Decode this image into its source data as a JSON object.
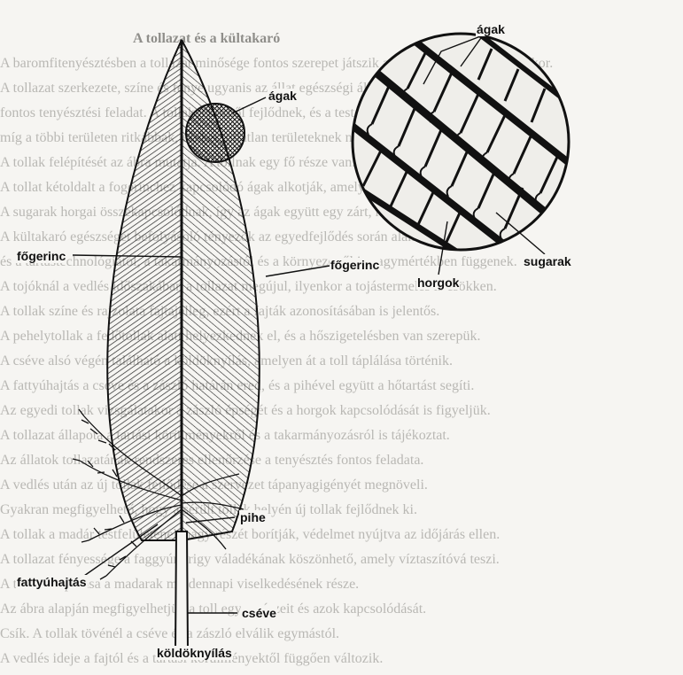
{
  "background_text": {
    "heading": "A tollazat és a kültakaró",
    "lines": [
      "A baromfitenyésztésben a tollazat minősége fontos szerepet játszik a tenyészállat kiválasztásakor.",
      "A tollazat szerkezete, színe és fénye ugyanis az állat egészségi állapotára is utal, ezért vizsgálata",
      "fontos tenyésztési feladat. A tollak a bőrből fejlődnek, és a test egyes részein a legsűrűbbek,",
      "míg a többi területen ritkábbak, ezeket tollatlan területeknek nevezzük.",
      "A tollak felépítését az ábra mutatja. A tollnak egy fő része van: a cséve és a zászló.",
      "A tollat kétoldalt a fogerinchez kapcsolódó ágak alkotják, amelyeken sugarak és horgok vannak.",
      "A sugarak horgai összekapcsolódnak, így az ágak együtt egy zárt, rugalmas lemezt képeznek.",
      "A kültakaró egészségét befolyásoló tényezők az egyedfejlődés során alakulnak ki,",
      "és a tartástechnológiától, a takarmányozástól és a környezettől is nagymértékben függenek.",
      "A tojóknál a vedlés időszakában a tollazat megújul, ilyenkor a tojástermelés is csökken.",
      "A tollak színe és rajzolata fajtajelleg, ezért a fajták azonosításában is jelentős.",
      "A pehelytollak a fedőtollak alatt helyezkednek el, és a hőszigetelésben van szerepük.",
      "A cséve alsó végén található a köldöknyílás, amelyen át a toll táplálása történik.",
      "A fattyúhajtás a cséve és a zászló határán ered, és a pihével együtt a hőtartást segíti.",
      "Az egyedi tollak vizsgálatakor a zászló épségét és a horgok kapcsolódását is figyeljük.",
      "A tollazat állapota a tartási körülményekről és a takarmányozásról is tájékoztat.",
      "Az állatok tollazatának rendszeres ellenőrzése a tenyésztés fontos feladata.",
      "A vedlés után az új tollak fejlődése a szervezet tápanyagigényét megnöveli.",
      "Gyakran megfigyelhető, hogy a sérült tollak helyén új tollak fejlődnek ki.",
      "A tollak a madár testfelületének nagy részét borítják, védelmet nyújtva az időjárás ellen.",
      "A tollazat fényessége a faggyúmirigy váladékának köszönhető, amely víztaszítóvá teszi.",
      "A tollazat ápolása a madarak mindennapi viselkedésének része.",
      "Az ábra alapján megfigyelhetjük a toll egyes részeit és azok kapcsolódását.",
      "Csík. A tollak tövénél a cséve és a zászló elválik egymástól.",
      "A vedlés ideje a fajtól és a tartási körülményektől függően változik."
    ]
  },
  "labels": {
    "agak_top": "ágak",
    "agak_mid": "ágak",
    "sugarak": "sugarak",
    "horgok": "horgok",
    "fogerinc_left": "főgerinc",
    "fogerinc_right": "főgerinc",
    "pihe": "pihe",
    "fattyuhajtas": "fattyúhajtás",
    "cseve": "cséve",
    "koldoknyilas": "köldöknyílás"
  }
}
